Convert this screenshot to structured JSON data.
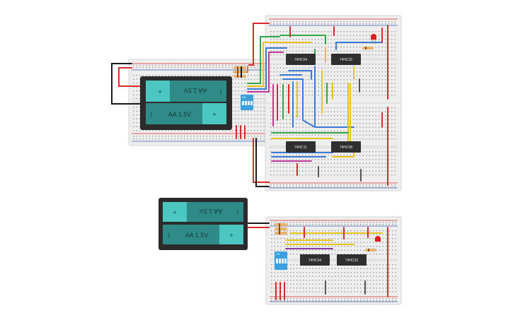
{
  "chips": {
    "top_board_upper_left": "74HC04",
    "top_board_upper_right": "74HC32",
    "top_board_lower_left": "74HC11",
    "top_board_lower_right": "74HC08",
    "bottom_board_left": "74HC04",
    "bottom_board_right": "74HC32"
  },
  "batteries": {
    "cell_label": "AA 1.5V",
    "plus_symbol": "+",
    "minus_symbol": "I"
  },
  "dip_switch": {
    "on_label": "ON"
  },
  "colors": {
    "breadboard": "#eeeeee",
    "battery_pack": "#2b2b2b",
    "battery_cell": "#2e8b87",
    "battery_cap": "#4cc6c0",
    "chip": "#2f2f2f",
    "dip_switch": "#3ba0e0",
    "led": "#d91c1c",
    "rail_red": "#d92b2b",
    "rail_blue": "#3b5fb0"
  }
}
